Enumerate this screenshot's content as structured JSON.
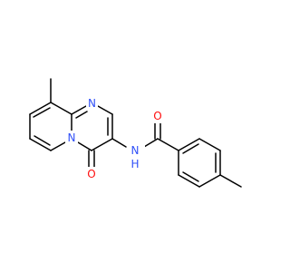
{
  "colors": {
    "bond": "#000000",
    "nitrogen": "#3050F8",
    "oxygen": "#FF0D0D",
    "background": "#ffffff"
  },
  "molecule": {
    "atoms": {
      "n_ring_top": {
        "symbol": "N"
      },
      "n_bridgehead": {
        "symbol": "N"
      },
      "nh": {
        "symbol": "N",
        "hydrogen": "H"
      },
      "o_ketone": {
        "symbol": "O"
      },
      "o_amide": {
        "symbol": "O"
      }
    }
  }
}
